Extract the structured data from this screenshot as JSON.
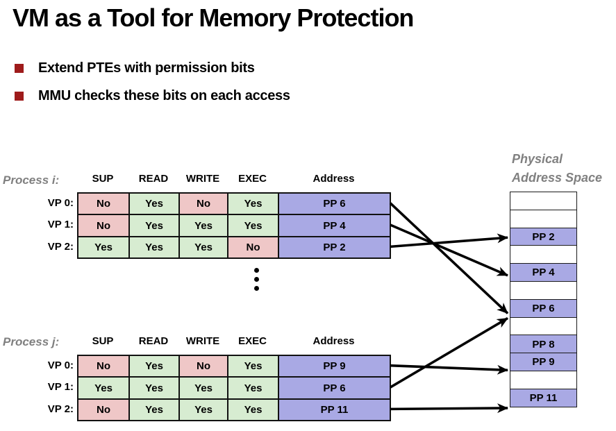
{
  "title": "VM as a Tool for Memory Protection",
  "bullets": [
    "Extend PTEs with permission bits",
    "MMU checks these bits on each access"
  ],
  "colors": {
    "permission_yes": "#d7ecd1",
    "permission_no": "#efc7c7",
    "page_fill": "#a9a9e4",
    "bullet": "#9e1b1b",
    "label_gray": "#808080"
  },
  "tables": {
    "i": {
      "label": "Process i:",
      "headers": [
        "SUP",
        "READ",
        "WRITE",
        "EXEC",
        "Address"
      ],
      "rows": [
        {
          "label": "VP 0:",
          "sup": "No",
          "read": "Yes",
          "write": "No",
          "exec": "Yes",
          "address": "PP 6"
        },
        {
          "label": "VP 1:",
          "sup": "No",
          "read": "Yes",
          "write": "Yes",
          "exec": "Yes",
          "address": "PP 4"
        },
        {
          "label": "VP 2:",
          "sup": "Yes",
          "read": "Yes",
          "write": "Yes",
          "exec": "No",
          "address": "PP 2"
        }
      ]
    },
    "j": {
      "label": "Process j:",
      "headers": [
        "SUP",
        "READ",
        "WRITE",
        "EXEC",
        "Address"
      ],
      "rows": [
        {
          "label": "VP 0:",
          "sup": "No",
          "read": "Yes",
          "write": "No",
          "exec": "Yes",
          "address": "PP 9"
        },
        {
          "label": "VP 1:",
          "sup": "Yes",
          "read": "Yes",
          "write": "Yes",
          "exec": "Yes",
          "address": "PP 6"
        },
        {
          "label": "VP 2:",
          "sup": "No",
          "read": "Yes",
          "write": "Yes",
          "exec": "Yes",
          "address": "PP 11"
        }
      ]
    }
  },
  "physical": {
    "label_line1": "Physical",
    "label_line2": "Address Space",
    "cells": [
      "",
      "",
      "PP 2",
      "",
      "PP 4",
      "",
      "PP 6",
      "",
      "PP 8",
      "PP 9",
      "",
      "PP 11"
    ]
  },
  "arrows": [
    {
      "from_table": "i",
      "from_row": 0,
      "to": "PP 6"
    },
    {
      "from_table": "i",
      "from_row": 1,
      "to": "PP 4"
    },
    {
      "from_table": "i",
      "from_row": 2,
      "to": "PP 2"
    },
    {
      "from_table": "j",
      "from_row": 0,
      "to": "PP 9"
    },
    {
      "from_table": "j",
      "from_row": 1,
      "to": "PP 6"
    },
    {
      "from_table": "j",
      "from_row": 2,
      "to": "PP 11"
    }
  ]
}
